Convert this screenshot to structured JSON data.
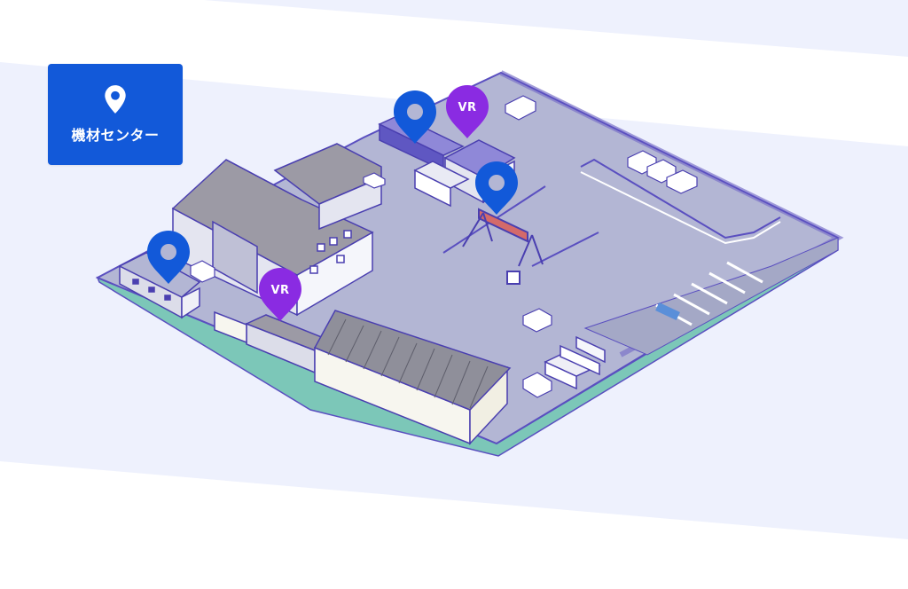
{
  "location": {
    "name": "機材センター",
    "icon": "map-pin-icon"
  },
  "markers": {
    "location_pins": [
      {
        "icon": "location-pin-icon"
      },
      {
        "icon": "location-pin-icon"
      },
      {
        "icon": "location-pin-icon"
      }
    ],
    "vr_pins": [
      {
        "label": "VR"
      },
      {
        "label": "VR"
      }
    ]
  },
  "colors": {
    "badge": "#1259d9",
    "location_pin": "#1259d9",
    "vr_pin": "#8a2be2",
    "ground": "#b3b6d4",
    "ground_edge": "#6b5fc6",
    "grass": "#7cc7b8",
    "backdrop_band": "#eef1fd"
  }
}
